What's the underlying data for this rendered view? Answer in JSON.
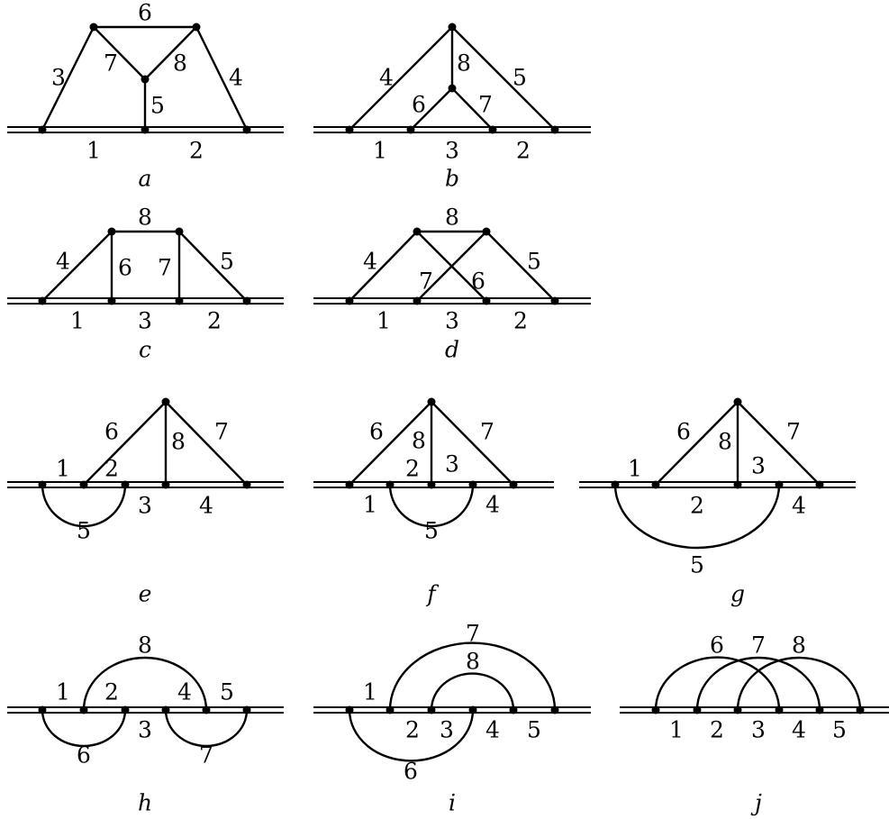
{
  "diagrams": {
    "a": {
      "caption": "a",
      "labels": [
        "1",
        "2",
        "3",
        "4",
        "5",
        "6",
        "7",
        "8"
      ]
    },
    "b": {
      "caption": "b",
      "labels": [
        "1",
        "2",
        "3",
        "4",
        "5",
        "6",
        "7",
        "8"
      ]
    },
    "c": {
      "caption": "c",
      "labels": [
        "1",
        "2",
        "3",
        "4",
        "5",
        "6",
        "7",
        "8"
      ]
    },
    "d": {
      "caption": "d",
      "labels": [
        "1",
        "2",
        "3",
        "4",
        "5",
        "6",
        "7",
        "8"
      ]
    },
    "e": {
      "caption": "e",
      "labels": [
        "1",
        "2",
        "3",
        "4",
        "5",
        "6",
        "7",
        "8"
      ]
    },
    "f": {
      "caption": "f",
      "labels": [
        "1",
        "2",
        "3",
        "4",
        "5",
        "6",
        "7",
        "8"
      ]
    },
    "g": {
      "caption": "g",
      "labels": [
        "1",
        "2",
        "3",
        "4",
        "5",
        "6",
        "7",
        "8"
      ]
    },
    "h": {
      "caption": "h",
      "labels": [
        "1",
        "2",
        "3",
        "4",
        "5",
        "6",
        "7",
        "8"
      ]
    },
    "i": {
      "caption": "i",
      "labels": [
        "1",
        "2",
        "3",
        "4",
        "5",
        "6",
        "7",
        "8"
      ]
    },
    "j": {
      "caption": "j",
      "labels": [
        "1",
        "2",
        "3",
        "4",
        "5",
        "6",
        "7",
        "8"
      ]
    }
  }
}
